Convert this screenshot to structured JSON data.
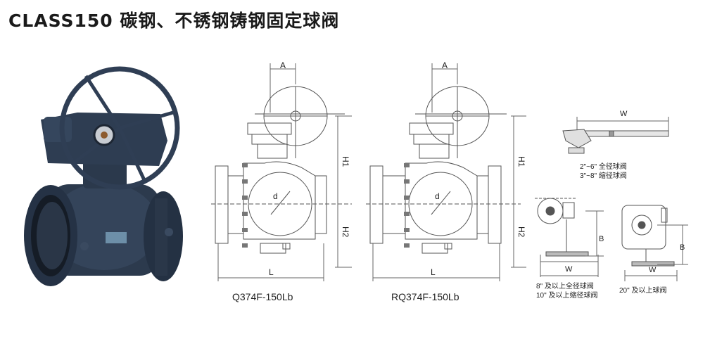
{
  "title": "CLASS150 碳钢、不锈钢铸钢固定球阀",
  "colors": {
    "body": "#2c3a4d",
    "body_dark": "#1b2430",
    "line": "#555555",
    "dim": "#666666"
  },
  "icons": [
    "valve-photo",
    "gear-handwheel-icon"
  ],
  "drawing1": {
    "model": "Q374F-150Lb",
    "dims": {
      "a": "A",
      "h1": "H1",
      "h2": "H2",
      "l": "L",
      "d": "d"
    }
  },
  "drawing2": {
    "model": "RQ374F-150Lb",
    "dims": {
      "a": "A",
      "h1": "H1",
      "h2": "H2",
      "l": "L",
      "d": "d"
    }
  },
  "lever": {
    "dim_w": "W",
    "caption_line1": "2\"~6\" 全径球阀",
    "caption_line2": "3\"~8\" 缩径球阀"
  },
  "gear_small": {
    "dim_b": "B",
    "dim_w": "W",
    "caption_line1": "8\" 及以上全径球阀",
    "caption_line2": "10\" 及以上缩径球阀"
  },
  "gear_large": {
    "dim_b": "B",
    "dim_w": "W",
    "caption": "20\" 及以上球阀"
  }
}
